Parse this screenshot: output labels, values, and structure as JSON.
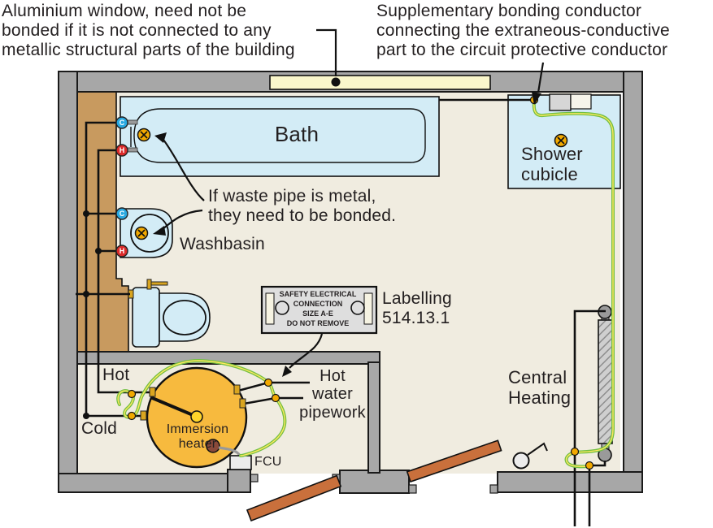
{
  "annotations": {
    "aluminium_window": "Aluminium window, need not be\nbonded if it is not connected to any\nmetallic structural parts of the building",
    "supplementary": "Supplementary bonding conductor\nconnecting the extraneous-conductive\npart to the circuit protective conductor",
    "waste_pipe": "If waste pipe is metal,\nthey need to be bonded.",
    "labelling_ref": "Labelling\n514.13.1"
  },
  "labels": {
    "bath": "Bath",
    "shower": "Shower\ncubicle",
    "washbasin": "Washbasin",
    "hot": "Hot",
    "cold": "Cold",
    "hot_water": "Hot\nwater\npipework",
    "immersion": "Immersion\nheater",
    "fcu": "FCU",
    "central_heating": "Central\nHeating",
    "tap_cold": "C",
    "tap_hot": "H"
  },
  "plate": {
    "text": "SAFETY ELECTRICAL\nCONNECTION\nSIZE A-E\nDO NOT REMOVE"
  },
  "icons": {
    "bonding_clamp_symbol": "circled-x-earth-clamp",
    "junction_dot": "pipe-junction",
    "window_marker": "callout-dot"
  },
  "colors": {
    "wall": "#a7a7a7",
    "room": "#f0ece0",
    "blue": "#d3ecf6",
    "window": "#faf7cb",
    "wood": "#c89a5f",
    "cylinder": "#f7ba3e",
    "door": "#c9703c",
    "green": "#72c043",
    "yellow": "#ffe75e",
    "clamp": "#f2a900",
    "cold": "#29a9e1",
    "hot": "#da2a2a",
    "text": "#231f20",
    "plate": "#dedede",
    "radiator": "#cfcfcf"
  }
}
